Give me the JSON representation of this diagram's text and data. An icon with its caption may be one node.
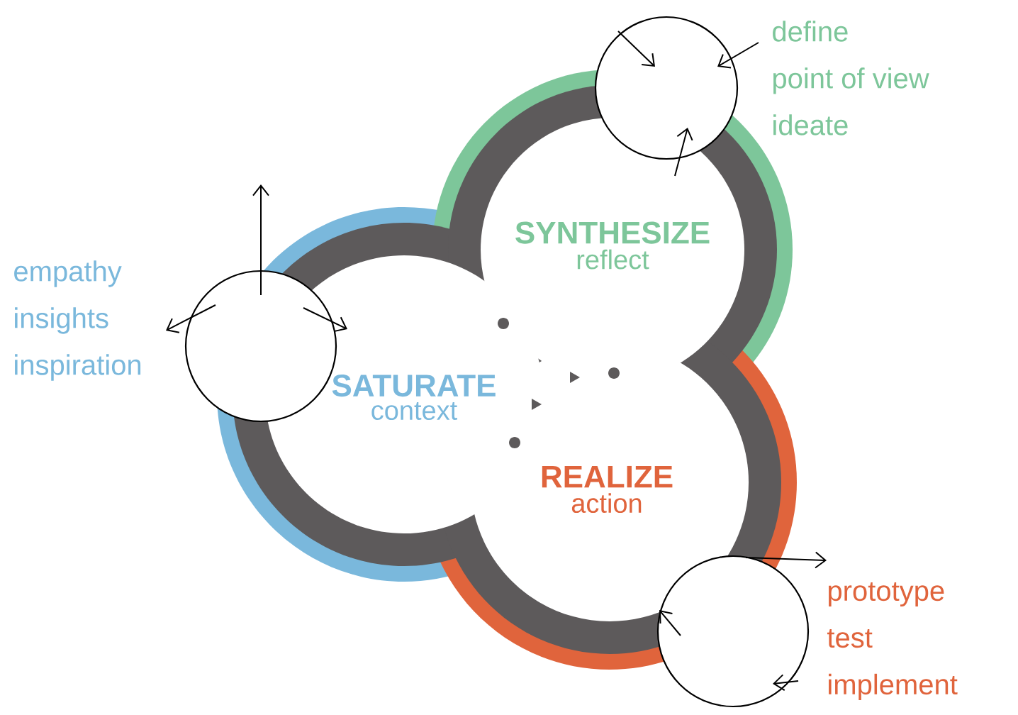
{
  "diagram": {
    "nodes": [
      {
        "text": [
          "SATURATE",
          "context"
        ]
      },
      {
        "text": [
          "SYNTHESIZE",
          "reflect"
        ]
      },
      {
        "text": [
          "REALIZE",
          "action"
        ]
      },
      {
        "text": [],
        "shape": "circle",
        "beside": [
          "empathy",
          "insights",
          "inspiration"
        ]
      },
      {
        "text": [],
        "shape": "circle",
        "beside": [
          "define",
          "point of view",
          "ideate"
        ]
      },
      {
        "text": [],
        "shape": "circle",
        "beside": [
          "prototype",
          "test",
          "implement"
        ]
      }
    ]
  }
}
